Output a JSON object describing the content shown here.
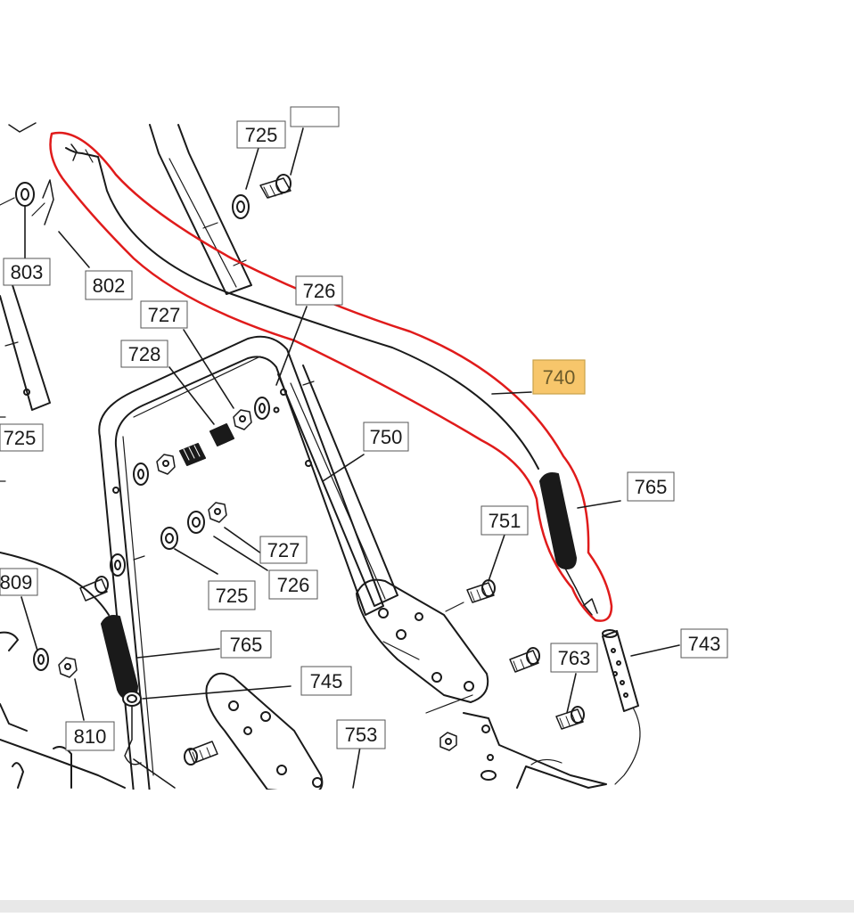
{
  "diagram": {
    "colors": {
      "line": "#1a1a1a",
      "highlight_outline": "#e01b1b",
      "highlight_fill": "#f7c66b",
      "highlight_border": "#c9a24a",
      "label_border": "#555555",
      "background": "#ffffff"
    },
    "labels": {
      "l725_top": "725",
      "l803": "803",
      "l802": "802",
      "l726_top": "726",
      "l727_top": "727",
      "l728": "728",
      "l740": "740",
      "l725_left": "725",
      "l750": "750",
      "l765_right": "765",
      "l751": "751",
      "l727_mid": "727",
      "l726_mid": "726",
      "l725_mid": "725",
      "l809": "809",
      "l765_left": "765",
      "l745": "745",
      "l763": "763",
      "l743": "743",
      "l810": "810",
      "l753": "753"
    },
    "highlighted_part": "740"
  }
}
